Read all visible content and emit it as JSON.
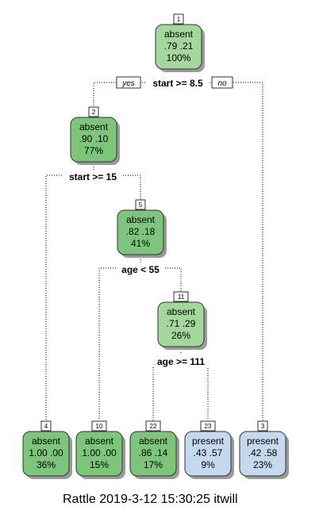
{
  "colors": {
    "absent": "#7cc57a",
    "absent_light": "#a3d79c",
    "present": "#c5d9ee"
  },
  "nodes": [
    {
      "id": "1",
      "cls": "absent",
      "probs": ".79  .21",
      "pct": "100%",
      "shade": "light"
    },
    {
      "id": "2",
      "cls": "absent",
      "probs": ".90  .10",
      "pct": "77%",
      "shade": "dark"
    },
    {
      "id": "5",
      "cls": "absent",
      "probs": ".82  .18",
      "pct": "41%",
      "shade": "dark"
    },
    {
      "id": "11",
      "cls": "absent",
      "probs": ".71  .29",
      "pct": "26%",
      "shade": "light"
    },
    {
      "id": "4",
      "cls": "absent",
      "probs": "1.00  .00",
      "pct": "36%",
      "shade": "dark"
    },
    {
      "id": "10",
      "cls": "absent",
      "probs": "1.00  .00",
      "pct": "15%",
      "shade": "dark"
    },
    {
      "id": "22",
      "cls": "absent",
      "probs": ".86  .14",
      "pct": "17%",
      "shade": "dark"
    },
    {
      "id": "23",
      "cls": "present",
      "probs": ".43  .57",
      "pct": "9%",
      "shade": "present"
    },
    {
      "id": "3",
      "cls": "present",
      "probs": ".42  .58",
      "pct": "23%",
      "shade": "present"
    }
  ],
  "splits": {
    "s1": "start >= 8.5",
    "s2": "start >= 15",
    "s5": "age < 55",
    "s11": "age >= 111"
  },
  "branch_labels": {
    "yes": "yes",
    "no": "no"
  },
  "footer": "Rattle 2019-3-12 15:30:25 itwill"
}
